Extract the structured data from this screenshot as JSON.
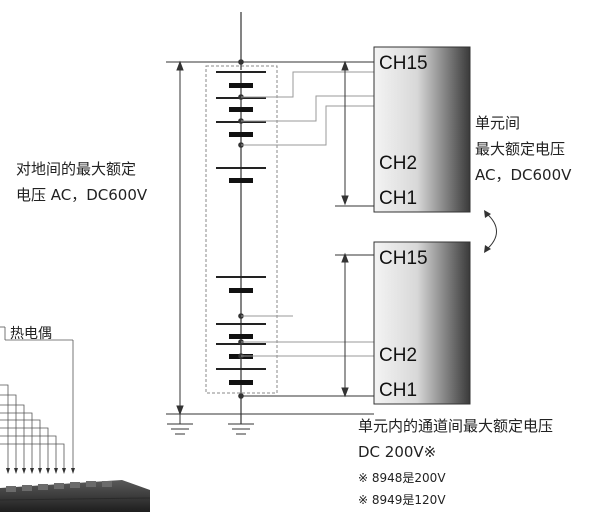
{
  "ground_label": {
    "line1": "对地间的最大额定",
    "line2": "电压 AC，DC600V"
  },
  "unit_label": {
    "line1": "单元间",
    "line2": "最大额定电压",
    "line3": "AC，DC600V"
  },
  "channel_label": {
    "line1": "单元内的通道间最大额定电压",
    "line2": "DC 200V※"
  },
  "notes": [
    "※ 8948是200V",
    "※ 8949是120V"
  ],
  "thermocouple_label": "热电偶",
  "module_top": {
    "ch_top": "CH15",
    "ch_mid": "CH2",
    "ch_bot": "CH1"
  },
  "module_bottom": {
    "ch_top": "CH15",
    "ch_mid": "CH2",
    "ch_bot": "CH1"
  },
  "colors": {
    "line": "#333333",
    "dashed": "#888888",
    "module_gradient_start": "#f2f2f2",
    "module_gradient_end": "#3a3a3a"
  }
}
